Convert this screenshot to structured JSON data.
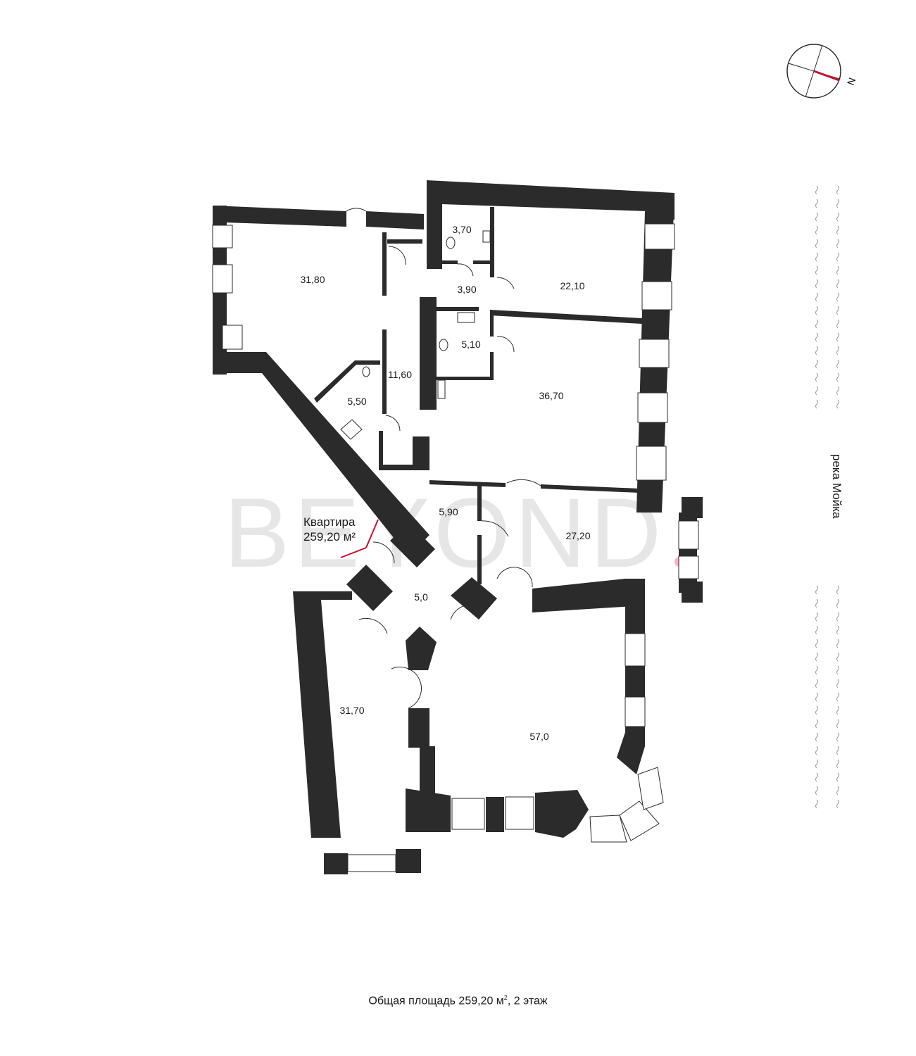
{
  "watermark": "BEYOND",
  "apartment": {
    "label": "Квартира",
    "area": "259,20 м²"
  },
  "river": "река Мойка",
  "compass": {
    "north": "N"
  },
  "rooms": {
    "r31_80": "31,80",
    "r3_70": "3,70",
    "r3_90": "3,90",
    "r22_10": "22,10",
    "r5_10": "5,10",
    "r11_60": "11,60",
    "r5_50": "5,50",
    "r36_70": "36,70",
    "r5_90": "5,90",
    "r27_20": "27,20",
    "r5_0": "5,0",
    "r31_70": "31,70",
    "r57_0": "57,0"
  },
  "footer": {
    "text_before": "Общая площадь 259,20 м",
    "sup": "2",
    "text_after": ", 2 этаж"
  },
  "colors": {
    "wall": "#2b2b2b",
    "accent": "#c8102e",
    "watermark": "#e6e6e6"
  }
}
